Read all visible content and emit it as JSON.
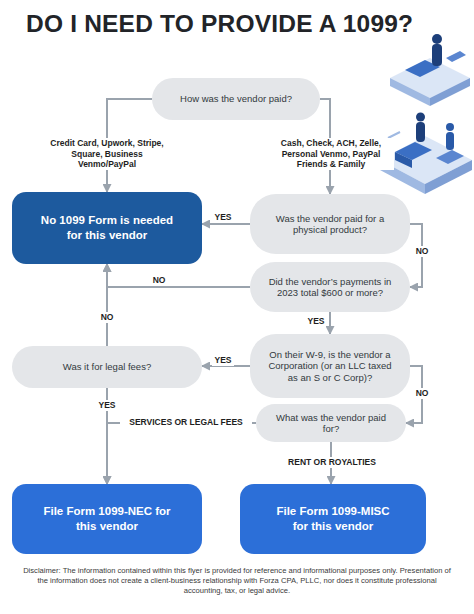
{
  "diagram": {
    "title": "DO I NEED TO PROVIDE A 1099?",
    "nodes": [
      {
        "text": [
          "How was the vendor paid?"
        ]
      },
      {
        "text": [
          "No 1099 Form is needed for this vendor"
        ]
      },
      {
        "text": [
          "Was the vendor paid for a physical product?"
        ]
      },
      {
        "text": [
          "Did the vendor’s payments in 2023 total $600 or more?"
        ]
      },
      {
        "text": [
          "Was it for legal fees?"
        ]
      },
      {
        "text": [
          "On their W-9, is the vendor a Corporation (or an LLC taxed as an S or C Corp)?"
        ]
      },
      {
        "text": [
          "What was the vendor paid for?"
        ]
      },
      {
        "text": [
          "File Form 1099-NEC for this vendor"
        ]
      },
      {
        "text": [
          "File Form 1099-MISC for this vendor"
        ]
      }
    ],
    "edges": [
      {
        "from": 0,
        "to": 1,
        "label": "Credit Card, Upwork, Stripe, Square, Business Venmo/PayPal",
        "arrow": "to"
      },
      {
        "from": 0,
        "to": 2,
        "label": "Cash, Check, ACH, Zelle, Personal Venmo, PayPal Friends & Family",
        "arrow": "to"
      },
      {
        "from": 2,
        "to": 1,
        "label": "YES",
        "arrow": "to"
      },
      {
        "from": 2,
        "to": 3,
        "label": "NO",
        "arrow": "to"
      },
      {
        "from": 3,
        "to": 1,
        "label": "NO",
        "arrow": "to"
      },
      {
        "from": 3,
        "to": 5,
        "label": "YES",
        "arrow": "to"
      },
      {
        "from": 5,
        "to": 4,
        "label": "YES",
        "arrow": "to"
      },
      {
        "from": 4,
        "to": 1,
        "label": "NO",
        "arrow": "to"
      },
      {
        "from": 4,
        "to": 7,
        "label": "YES",
        "arrow": "to"
      },
      {
        "from": 5,
        "to": 6,
        "label": "NO",
        "arrow": "to"
      },
      {
        "from": 6,
        "to": 7,
        "label": "SERVICES OR LEGAL FEES",
        "arrow": "to"
      },
      {
        "from": 6,
        "to": 8,
        "label": "RENT OR ROYALTIES",
        "arrow": "to"
      }
    ],
    "labels": [
      "Disclaimer: The information contained within this flyer is provided for reference and informational purposes only. Presentation of the information does not create a client-business relationship with Forza CPA, PLLC, nor does it constitute professional accounting, tax, or legal advice."
    ]
  }
}
